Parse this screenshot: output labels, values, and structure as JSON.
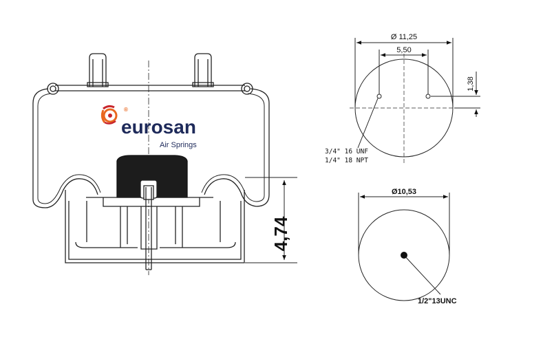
{
  "logo": {
    "brand_name": "eurosan",
    "registered_mark": "®",
    "tagline": "Air Springs",
    "colors": {
      "brand_navy": "#1e2a5a",
      "brand_orange": "#e9671f",
      "brand_red": "#c8262d"
    }
  },
  "side_view": {
    "height_dimension": "4,74"
  },
  "top_plate": {
    "outer_diameter": "Ø 11,25",
    "stud_spacing": "5,50",
    "offset": "1,38",
    "thread_note_1": "3/4\" 16 UNF",
    "thread_note_2": "1/4\" 18 NPT"
  },
  "bottom_plate": {
    "diameter": "Ø10,53",
    "thread_note": "1/2\"13UNC"
  }
}
